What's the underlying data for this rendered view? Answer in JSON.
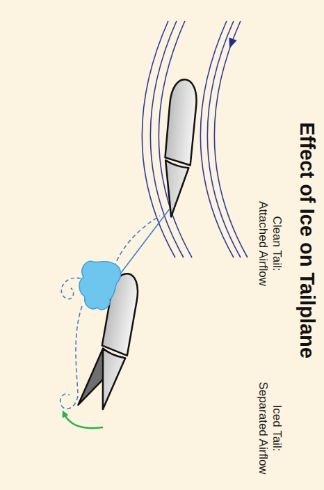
{
  "diagram": {
    "title": "Effect of Ice on Tailplane",
    "labels": [
      "Clean Tail: Attached Airflow",
      "Iced Tail: Separated Airflow"
    ]
  }
}
